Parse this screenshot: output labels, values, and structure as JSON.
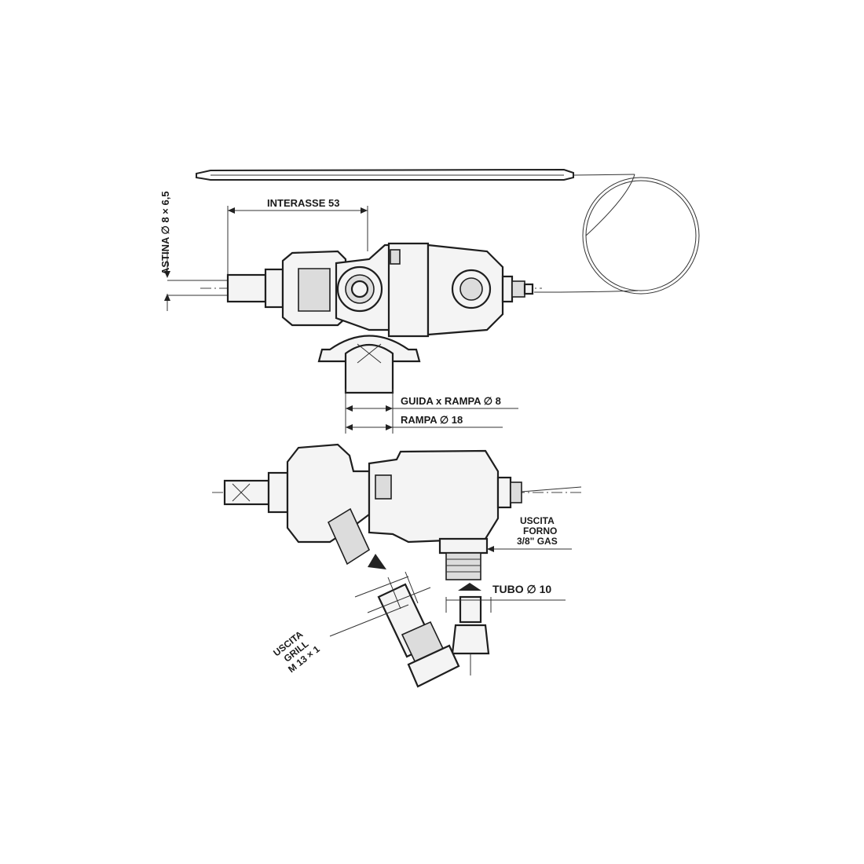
{
  "labels": {
    "interasse": "INTERASSE 53",
    "astina": "ASTINA ∅ 8 × 6,5",
    "guida": "GUIDA x RAMPA ∅ 8",
    "rampa": "RAMPA ∅ 18",
    "uscita_forno_1": "USCITA",
    "uscita_forno_2": "FORNO",
    "uscita_forno_3": "3/8\" GAS",
    "tubo": "TUBO ∅ 10",
    "uscita_grill_1": "USCITA",
    "uscita_grill_2": "GRILL",
    "uscita_grill_3": "M 13 × 1"
  }
}
